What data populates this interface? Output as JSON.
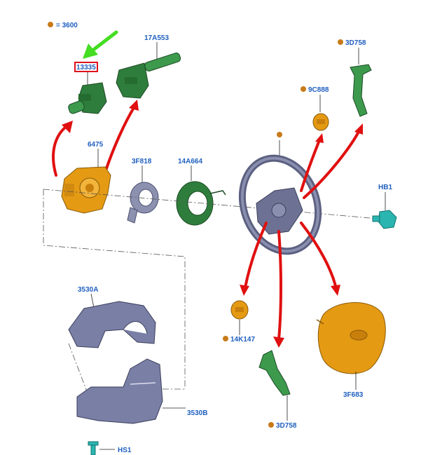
{
  "legend": {
    "symbol_color": "#c87a1a",
    "text": "= 3600"
  },
  "highlight": {
    "part": "13335",
    "box_color": "#e0101c",
    "arrow_color": "#44dd22"
  },
  "parts": {
    "p13335": "13335",
    "p17A553": "17A553",
    "p6475": "6475",
    "p3F818": "3F818",
    "p14A664": "14A664",
    "p9C888": "9C888",
    "p3D758_top": "3D758",
    "pHB1": "HB1",
    "p3530A": "3530A",
    "p3530B": "3530B",
    "p14K147": "14K147",
    "p3D758_bottom": "3D758",
    "p3F683": "3F683",
    "pHS1": "HS1"
  },
  "colors": {
    "label": "#1f5fbf",
    "switch_green": "#2f7d3c",
    "orange": "#e59a14",
    "shroud_blue": "#7a7fa6",
    "teal": "#2ab5b0",
    "red_arrow": "#e01010"
  }
}
